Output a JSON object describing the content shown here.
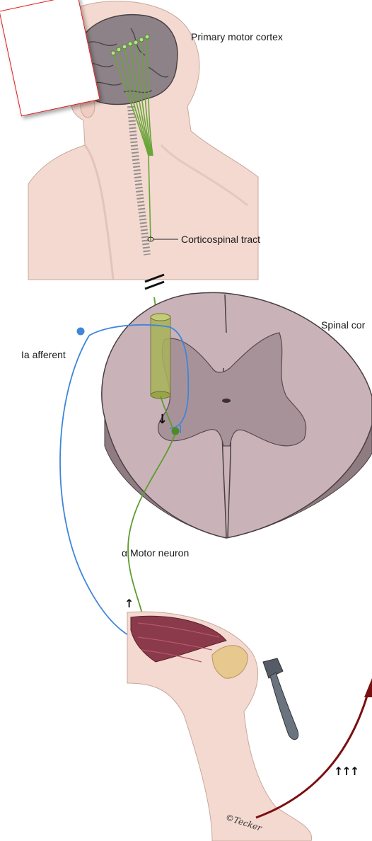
{
  "labels": {
    "primary_motor_cortex": "Primary motor cortex",
    "corticospinal_tract": "Corticospinal tract",
    "spinal_cord": "Spinal cor",
    "ia_afferent": "Ia afferent",
    "alpha_motor_neuron": "α Motor neuron",
    "reflex_arrows": "↑↑↑",
    "muscle_arrow": "↑",
    "inhibition_arrow": "↓",
    "signature": "©Tecker"
  },
  "colors": {
    "skin": "#f3d9d0",
    "skin_shadow": "#d9b5aa",
    "brain": "#8c8287",
    "spinal_cord": "#c9b3b8",
    "grey_matter": "#a8929a",
    "motor_neuron": "#6aa53a",
    "tract_tube": "#a8b35a",
    "ia_afferent": "#3f86d8",
    "muscle": "#8a3a4a",
    "reflex_arrow": "#7a0f10",
    "hammer": "#6a7480",
    "popup_border": "#e01b1b"
  }
}
